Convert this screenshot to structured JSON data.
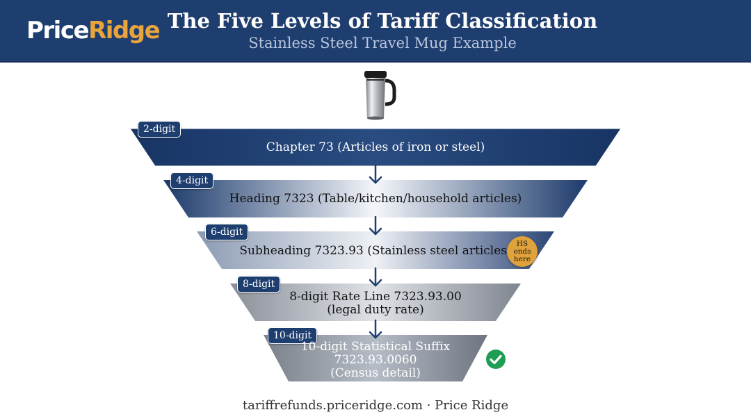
{
  "header": {
    "logo_part1": "Price",
    "logo_part2": "Ridge",
    "title": "The Five Levels of Tariff Classification",
    "subtitle": "Stainless Steel Travel Mug Example"
  },
  "levels": [
    {
      "badge": "2-digit",
      "lines": [
        "Chapter 73 (Articles of iron or steel)"
      ]
    },
    {
      "badge": "4-digit",
      "lines": [
        "Heading 7323 (Table/kitchen/household articles)"
      ]
    },
    {
      "badge": "6-digit",
      "lines": [
        "Subheading 7323.93 (Stainless steel articles)"
      ]
    },
    {
      "badge": "8-digit",
      "lines": [
        "8-digit Rate Line 7323.93.00",
        "(legal duty rate)"
      ]
    },
    {
      "badge": "10-digit",
      "lines": [
        "10-digit Statistical Suffix",
        "7323.93.0060",
        "(Census detail)"
      ]
    }
  ],
  "hs_badge": {
    "line1": "HS",
    "line2": "ends",
    "line3": "here"
  },
  "icons": {
    "product": "travel-mug-icon",
    "done": "check-circle-icon",
    "flow": "arrow-down-icon"
  },
  "colors": {
    "navy": "#1f3e70",
    "gold": "#e0a23a",
    "green": "#1f9d55",
    "logo_accent": "#e9a43b"
  },
  "footer": {
    "text": "tariffrefunds.priceridge.com · Price Ridge"
  }
}
